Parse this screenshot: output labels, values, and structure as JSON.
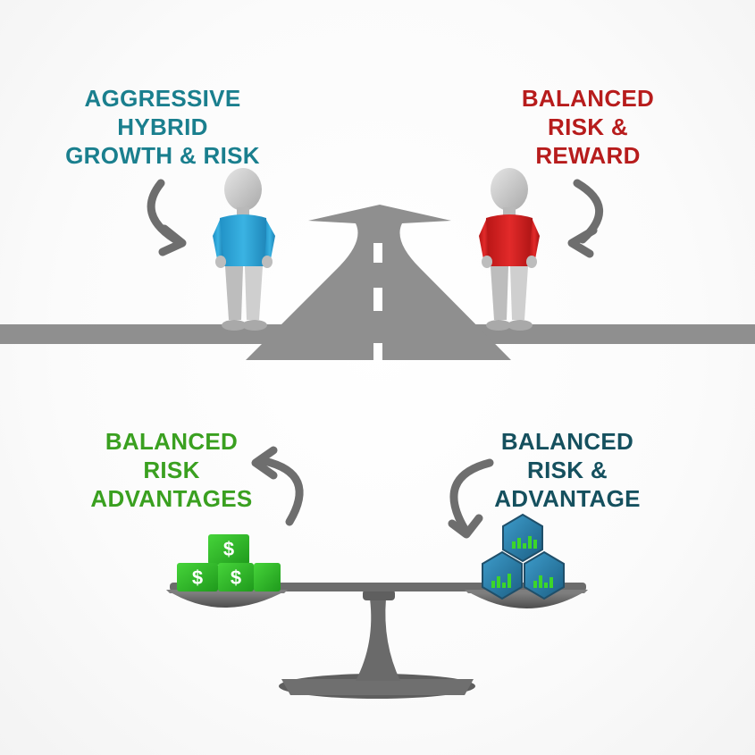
{
  "labels": {
    "top_left": {
      "lines": [
        "AGGRESSIVE",
        "HYBRID",
        "GROWTH & RISK"
      ],
      "color": "#1a7f8e"
    },
    "top_right": {
      "lines": [
        "BALANCED",
        "RISK &",
        "REWARD"
      ],
      "color": "#b71c1c"
    },
    "bottom_left": {
      "lines": [
        "BALANCED",
        "RISK",
        "ADVANTAGES"
      ],
      "color": "#3aa020"
    },
    "bottom_right": {
      "lines": [
        "BALANCED",
        "RISK &",
        "ADVANTAGE"
      ],
      "color": "#15505e"
    }
  },
  "money_symbol": "$",
  "colors": {
    "road": "#8f8f8f",
    "arrow": "#6e6e6e",
    "figure_left_shirt": "#2fa3d4",
    "figure_right_shirt": "#d62020",
    "figure_body": "#c9c9c9",
    "money_block": "#2fb52a",
    "hex_block": "#2a7fa8",
    "scale": "#6f6f6f"
  },
  "icons": [
    "curved-arrow-icon",
    "person-figure-icon",
    "money-block-icon",
    "hexagon-chart-icon",
    "balance-scale-icon",
    "road-icon"
  ]
}
